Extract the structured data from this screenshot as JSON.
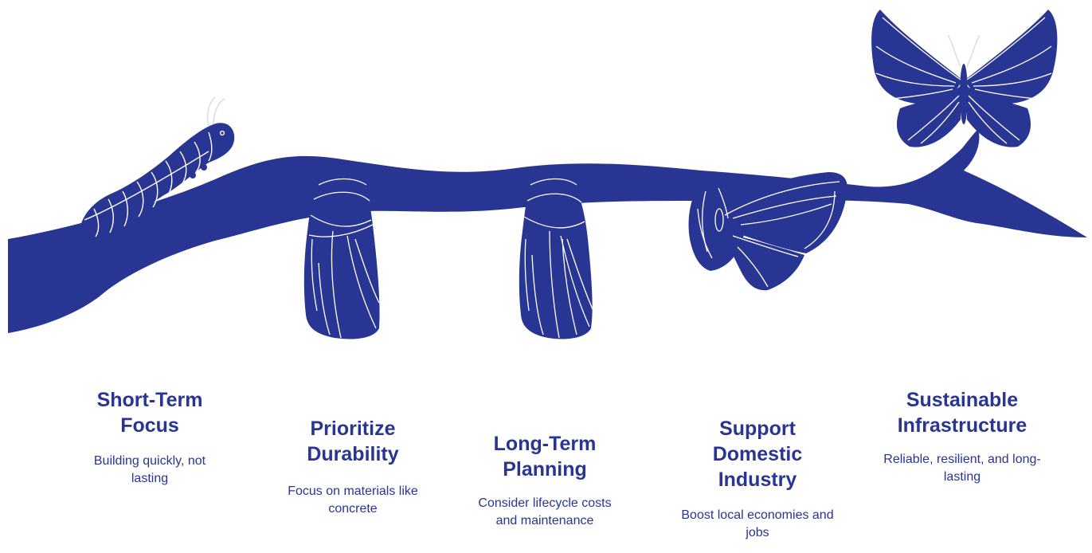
{
  "colors": {
    "primary": "#283593",
    "line": "#ffffff",
    "background": "#ffffff"
  },
  "stages": [
    {
      "illustration": "caterpillar",
      "title": "Short-Term Focus",
      "description": "Building quickly, not lasting"
    },
    {
      "illustration": "chrysalis",
      "title": "Prioritize Durability",
      "description": "Focus on materials like concrete"
    },
    {
      "illustration": "chrysalis",
      "title": "Long-Term Planning",
      "description": "Consider lifecycle costs and maintenance"
    },
    {
      "illustration": "emerging-butterfly",
      "title": "Support Domestic Industry",
      "description": "Boost local economies and jobs"
    },
    {
      "illustration": "butterfly",
      "title": "Sustainable Infrastructure",
      "description": "Reliable, resilient, and long-lasting"
    }
  ]
}
